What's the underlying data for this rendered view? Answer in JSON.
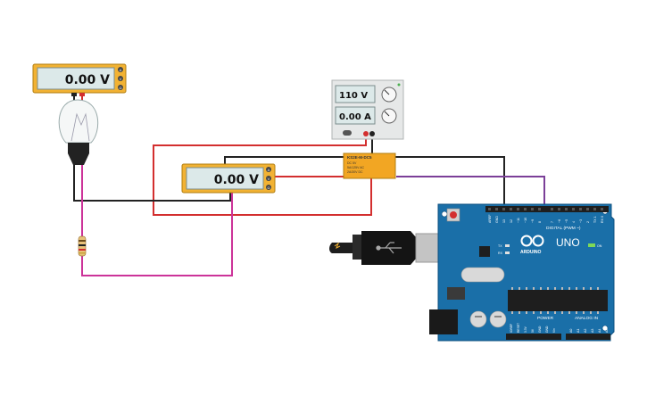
{
  "multimeter_left": {
    "reading": "0.00 V",
    "mode_labels": [
      "A",
      "V",
      "Ω"
    ]
  },
  "multimeter_center": {
    "reading": "0.00 V",
    "mode_labels": [
      "A",
      "V",
      "Ω"
    ]
  },
  "power_supply": {
    "voltage": "110 V",
    "current": "0.00 A"
  },
  "relay": {
    "lines": [
      "KS2E-M-DC5",
      "DC 5V",
      "5A/125V AC",
      "2A/30V DC"
    ]
  },
  "arduino": {
    "brand": "UNO",
    "logo_text": "ARDUINO",
    "digital_header": "DIGITAL (PWM ~)",
    "power_header": "POWER",
    "analog_header": "ANALOG IN",
    "digital_pins": [
      "AREF",
      "GND",
      "13",
      "12",
      "~11",
      "~10",
      "~9",
      "8",
      "7",
      "~6",
      "~5",
      "4",
      "~3",
      "2",
      "TX 1",
      "RX 0"
    ],
    "power_pins": [
      "IOREF",
      "RESET",
      "3.3V",
      "5V",
      "GND",
      "GND",
      "Vin"
    ],
    "analog_pins": [
      "A0",
      "A1",
      "A2",
      "A3",
      "A4",
      "A5"
    ],
    "leds": [
      "TX",
      "RX"
    ],
    "on_label": "ON"
  },
  "colors": {
    "meter_body": "#f2b233",
    "wire_red": "#d32f2f",
    "wire_black": "#222222",
    "wire_pink": "#cc3399",
    "wire_purple": "#7b3f98",
    "board": "#1a6fa8"
  }
}
